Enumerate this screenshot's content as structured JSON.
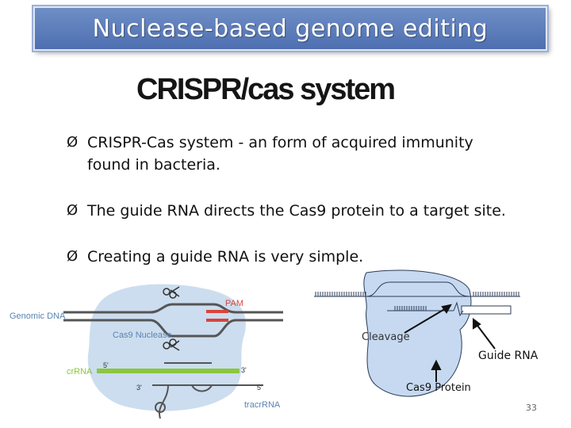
{
  "slide": {
    "title": "Nuclease-based genome editing",
    "subtitle": "CRISPR/cas system",
    "bullets": [
      {
        "line1": "CRISPR-Cas system - an form of acquired immunity",
        "line2": "found in bacteria."
      },
      {
        "line1": "The guide RNA directs the Cas9 protein to a target site."
      },
      {
        "line1": "Creating a guide RNA is very simple."
      }
    ],
    "bullet_glyph": "Ø",
    "page_number": "33"
  },
  "left_diagram": {
    "labels": {
      "genomic_dna": "Genomic DNA",
      "cas9_nuclease": "Cas9 Nuclease",
      "pam": "PAM",
      "crrna": "crRNA",
      "tracrrna": "tracrRNA",
      "five_prime_a": "5'",
      "three_prime_a": "3'",
      "three_prime_b": "3'",
      "five_prime_b": "5'"
    },
    "colors": {
      "protein": "#c9dbee",
      "dna": "#555555",
      "pam": "#d9443a",
      "crrna": "#8cc63f",
      "label_blue": "#5b84b1"
    },
    "icons": [
      "scissors-icon",
      "scissors-icon"
    ]
  },
  "right_diagram": {
    "labels": {
      "cleavage": "Cleavage",
      "guide_rna": "Guide RNA",
      "cas9_protein": "Cas9 Protein"
    },
    "colors": {
      "protein": "#c6d9f1",
      "outline": "#2b3b55"
    }
  }
}
